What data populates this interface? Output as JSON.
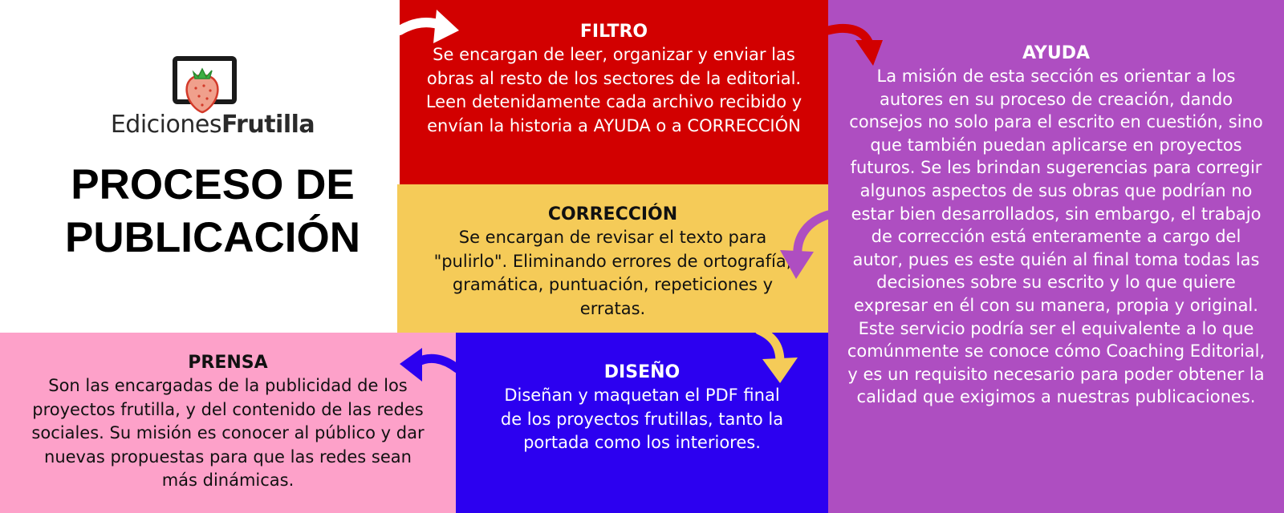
{
  "logo": {
    "brand_light": "Ediciones",
    "brand_bold": "Frutilla",
    "icon": "strawberry-icon"
  },
  "title": {
    "line1": "PROCESO DE",
    "line2": "PUBLICACIÓN"
  },
  "sections": {
    "filtro": {
      "heading": "FILTRO",
      "text": "Se encargan de leer, organizar y enviar las obras al resto de los sectores de la editorial. Leen detenidamente cada archivo recibido y envían la historia a AYUDA o a CORRECCIÓN",
      "color": "#d20000"
    },
    "correccion": {
      "heading": "CORRECCIÓN",
      "text": "Se encargan de revisar el texto para \"pulirlo\". Eliminando errores de ortografía, gramática, puntuación, repeticiones y erratas.",
      "color": "#f5cb58"
    },
    "ayuda": {
      "heading": "AYUDA",
      "text": "La misión de esta sección es orientar a los autores en su proceso de creación, dando consejos no solo para el escrito en cuestión, sino que también puedan aplicarse en proyectos futuros. Se les brindan sugerencias para corregir algunos aspectos de sus obras que podrían no estar bien desarrollados, sin embargo, el trabajo de corrección está enteramente a cargo del autor, pues es este quién al final toma todas las decisiones sobre su escrito y lo que quiere expresar en él con su manera,  propia y original. Este servicio podría ser el equivalente a lo que comúnmente se conoce cómo Coaching Editorial, y es un requisito necesario para poder obtener la calidad que exigimos a nuestras publicaciones.",
      "color": "#ae4ec1"
    },
    "prensa": {
      "heading": "PRENSA",
      "text": "Son las encargadas de la publicidad de los proyectos frutilla, y del contenido de las redes sociales. Su misión es conocer al público y dar nuevas propuestas para que las redes sean más dinámicas.",
      "color": "#fda1c9"
    },
    "diseno": {
      "heading": "DISEÑO",
      "text": "Diseñan y maquetan el PDF final de los proyectos frutillas, tanto la portada como los interiores.",
      "color": "#2c00f0"
    }
  },
  "arrows": [
    {
      "name": "white-arrow-icon",
      "color": "#ffffff"
    },
    {
      "name": "red-arrow-icon",
      "color": "#d20000"
    },
    {
      "name": "purple-arrow-icon",
      "color": "#ae4ec1"
    },
    {
      "name": "yellow-arrow-icon",
      "color": "#f5cb58"
    },
    {
      "name": "blue-arrow-icon",
      "color": "#2c00f0"
    }
  ]
}
